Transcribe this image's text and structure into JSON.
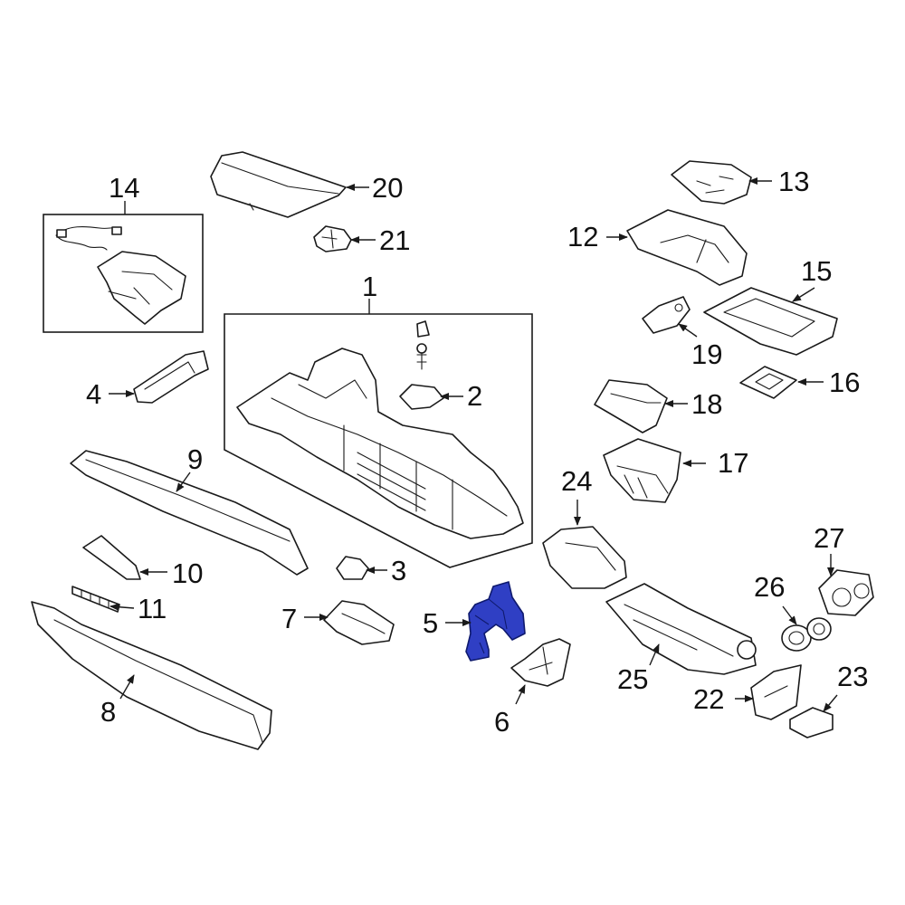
{
  "diagram": {
    "highlight_color": "#2f3fc4",
    "callouts": [
      {
        "id": "1",
        "text": "1"
      },
      {
        "id": "2",
        "text": "2"
      },
      {
        "id": "3",
        "text": "3"
      },
      {
        "id": "4",
        "text": "4"
      },
      {
        "id": "5",
        "text": "5",
        "highlighted": true
      },
      {
        "id": "6",
        "text": "6"
      },
      {
        "id": "7",
        "text": "7"
      },
      {
        "id": "8",
        "text": "8"
      },
      {
        "id": "9",
        "text": "9"
      },
      {
        "id": "10",
        "text": "10"
      },
      {
        "id": "11",
        "text": "11"
      },
      {
        "id": "12",
        "text": "12"
      },
      {
        "id": "13",
        "text": "13"
      },
      {
        "id": "14",
        "text": "14"
      },
      {
        "id": "15",
        "text": "15"
      },
      {
        "id": "16",
        "text": "16"
      },
      {
        "id": "17",
        "text": "17"
      },
      {
        "id": "18",
        "text": "18"
      },
      {
        "id": "19",
        "text": "19"
      },
      {
        "id": "20",
        "text": "20"
      },
      {
        "id": "21",
        "text": "21"
      },
      {
        "id": "22",
        "text": "22"
      },
      {
        "id": "23",
        "text": "23"
      },
      {
        "id": "24",
        "text": "24"
      },
      {
        "id": "25",
        "text": "25"
      },
      {
        "id": "26",
        "text": "26"
      },
      {
        "id": "27",
        "text": "27"
      }
    ]
  }
}
